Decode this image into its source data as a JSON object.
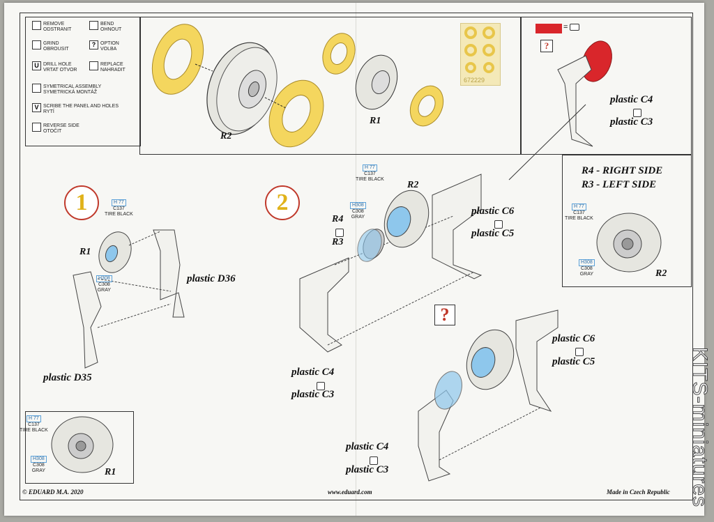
{
  "legend": [
    {
      "icon": "remove-icon",
      "label1": "REMOVE",
      "label2": "ODSTRANIT"
    },
    {
      "icon": "bend-icon",
      "label1": "BEND",
      "label2": "OHNOUT"
    },
    {
      "icon": "grind-icon",
      "label1": "GRIND",
      "label2": "OBROUSIT"
    },
    {
      "icon": "option-icon",
      "glyph": "?",
      "label1": "OPTION",
      "label2": "VOLBA"
    },
    {
      "icon": "drill-hole-icon",
      "glyph": "U",
      "label1": "DRILL HOLE",
      "label2": "VRTAT OTVOR"
    },
    {
      "icon": "replace-icon",
      "label1": "REPLACE",
      "label2": "NAHRADIT"
    },
    {
      "icon": "symmetrical-assembly-icon",
      "label1": "SYMETRICAL ASSEMBLY",
      "label2": "SYMETRICKÁ MONTÁŽ"
    },
    {
      "icon": "scribe-icon",
      "glyph": "V",
      "label1": "SCRIBE THE PANEL AND HOLES",
      "label2": "RYTÍ"
    },
    {
      "icon": "reverse-side-icon",
      "label1": "REVERSE SIDE",
      "label2": "OTOČIT"
    }
  ],
  "mask_sheet_label": "672229",
  "parts": {
    "r1": "R1",
    "r2": "R2",
    "r3": "R3",
    "r4": "R4"
  },
  "paints": {
    "h77": "H 77",
    "c137": "C137",
    "tire_black": "TIRE BLACK",
    "h308": "H308",
    "c308": "C308",
    "gray": "GRAY"
  },
  "steps": {
    "s1": "1",
    "s2": "2"
  },
  "option_mark": "?",
  "plastic": {
    "c3": "plastic C3",
    "c4": "plastic C4",
    "c5": "plastic C5",
    "c6": "plastic C6",
    "d35": "plastic D35",
    "d36": "plastic D36"
  },
  "sides": {
    "right": "R4 - RIGHT SIDE",
    "left": "R3 - LEFT SIDE"
  },
  "footer": {
    "copyright": "© EDUARD M.A. 2020",
    "url": "www.eduard.com",
    "made": "Made in Czech Republic"
  },
  "watermark": "KITS-miniatures",
  "colors": {
    "mask": "#f4d65e",
    "blue": "#8ec7ec",
    "red": "#d9262b"
  }
}
